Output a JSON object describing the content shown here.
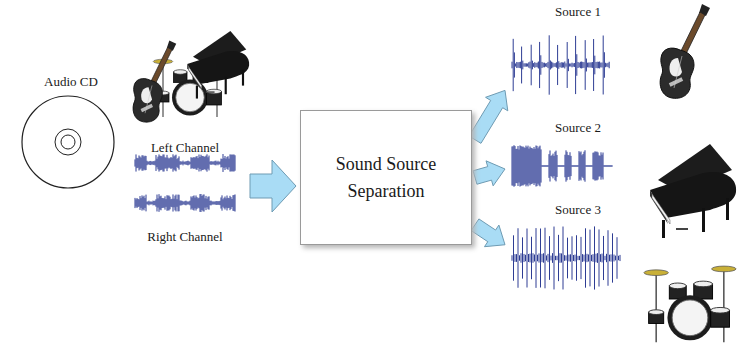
{
  "diagram": {
    "nodes": [
      {
        "text": [
          "Audio CD"
        ]
      },
      {
        "text": [
          "Sound Source Separation"
        ]
      },
      {
        "text": [
          "Source 1"
        ]
      },
      {
        "text": [
          "Source 2"
        ]
      },
      {
        "text": [
          "Source 3"
        ]
      }
    ],
    "edges": [
      {
        "from": 1,
        "to": 2,
        "arrow": "to"
      },
      {
        "from": 1,
        "to": 3,
        "arrow": "to"
      },
      {
        "from": 1,
        "to": 4,
        "arrow": "to"
      }
    ],
    "labels": [
      "Left Channel",
      "Right Channel"
    ]
  }
}
